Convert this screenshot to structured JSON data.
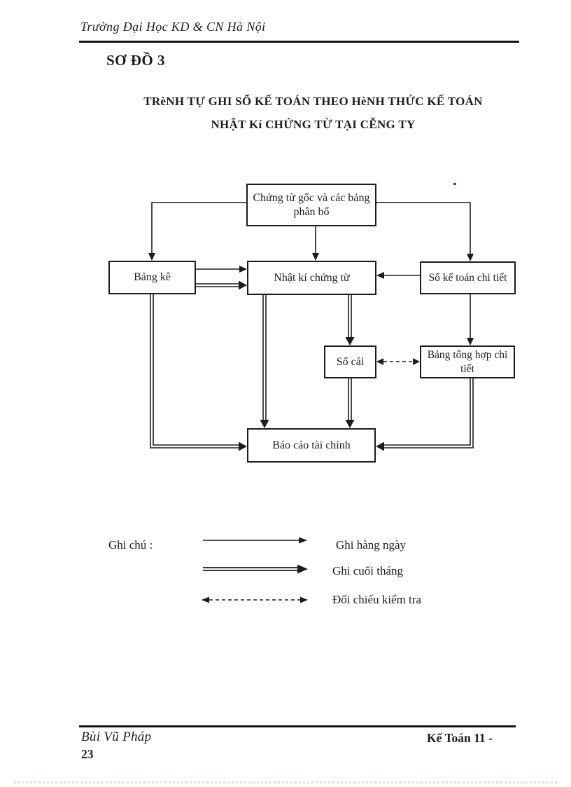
{
  "page": {
    "header": "Trường Đại Học KD & CN Hà Nội",
    "schema_label": "SƠ ĐỒ 3",
    "title_line1": "TRèNH TỰ GHI SỔ KẾ TOÁN THEO HèNH THỨC KẾ TOÁN",
    "title_line2": "NHẬT Kí CHỨNG TỪ TẠI CỄNG TY"
  },
  "diagram": {
    "nodes": {
      "chung_tu_goc": {
        "label": "Chứng từ gốc và các bảng phân bổ"
      },
      "bang_ke": {
        "label": "Bảng kê"
      },
      "nhat_ki_chung_tu": {
        "label": "Nhật kí chứng từ"
      },
      "so_ke_toan_chi_tiet": {
        "label": "Sổ kế toán chi tiết"
      },
      "so_cai": {
        "label": "Sổ cái"
      },
      "bang_tong_hop_chi_tiet": {
        "label": "Bảng tổng hợp chi tiết"
      },
      "bao_cao_tai_chinh": {
        "label": "Báo cáo tài chính"
      }
    },
    "edges": [
      {
        "from": "chung_tu_goc",
        "to": "bang_ke",
        "style": "single-solid"
      },
      {
        "from": "chung_tu_goc",
        "to": "nhat_ki_chung_tu",
        "style": "single-solid"
      },
      {
        "from": "chung_tu_goc",
        "to": "so_ke_toan_chi_tiet",
        "style": "single-solid"
      },
      {
        "from": "bang_ke",
        "to": "nhat_ki_chung_tu",
        "style": "single-solid"
      },
      {
        "from": "bang_ke",
        "to": "nhat_ki_chung_tu",
        "style": "double-solid"
      },
      {
        "from": "so_ke_toan_chi_tiet",
        "to": "nhat_ki_chung_tu",
        "style": "single-solid"
      },
      {
        "from": "so_ke_toan_chi_tiet",
        "to": "bang_tong_hop_chi_tiet",
        "style": "single-solid"
      },
      {
        "from": "nhat_ki_chung_tu",
        "to": "so_cai",
        "style": "double-solid"
      },
      {
        "from": "nhat_ki_chung_tu",
        "to": "bao_cao_tai_chinh",
        "style": "double-solid"
      },
      {
        "from": "so_cai",
        "to": "bao_cao_tai_chinh",
        "style": "double-solid"
      },
      {
        "from": "bang_ke",
        "to": "bao_cao_tai_chinh",
        "style": "double-solid"
      },
      {
        "from": "bang_tong_hop_chi_tiet",
        "to": "bao_cao_tai_chinh",
        "style": "double-solid"
      },
      {
        "from": "so_cai",
        "to": "bang_tong_hop_chi_tiet",
        "style": "dashed-double-headed"
      }
    ]
  },
  "legend": {
    "label": "Ghi chú :",
    "items": [
      {
        "arrow": "single-solid-arrow",
        "label": "Ghi hàng ngày"
      },
      {
        "arrow": "double-solid-arrow",
        "label": "Ghi cuối tháng"
      },
      {
        "arrow": "dashed-double-headed-arrow",
        "label": "Đối chiếu kiểm tra"
      }
    ]
  },
  "footer": {
    "author": "Bùi Vũ Pháp",
    "class_label": "Kế Toán 11 -",
    "page_number": "23"
  },
  "colors": {
    "ink": "#1c1c1c",
    "bottom_dotted_line": "#c9efc9"
  }
}
